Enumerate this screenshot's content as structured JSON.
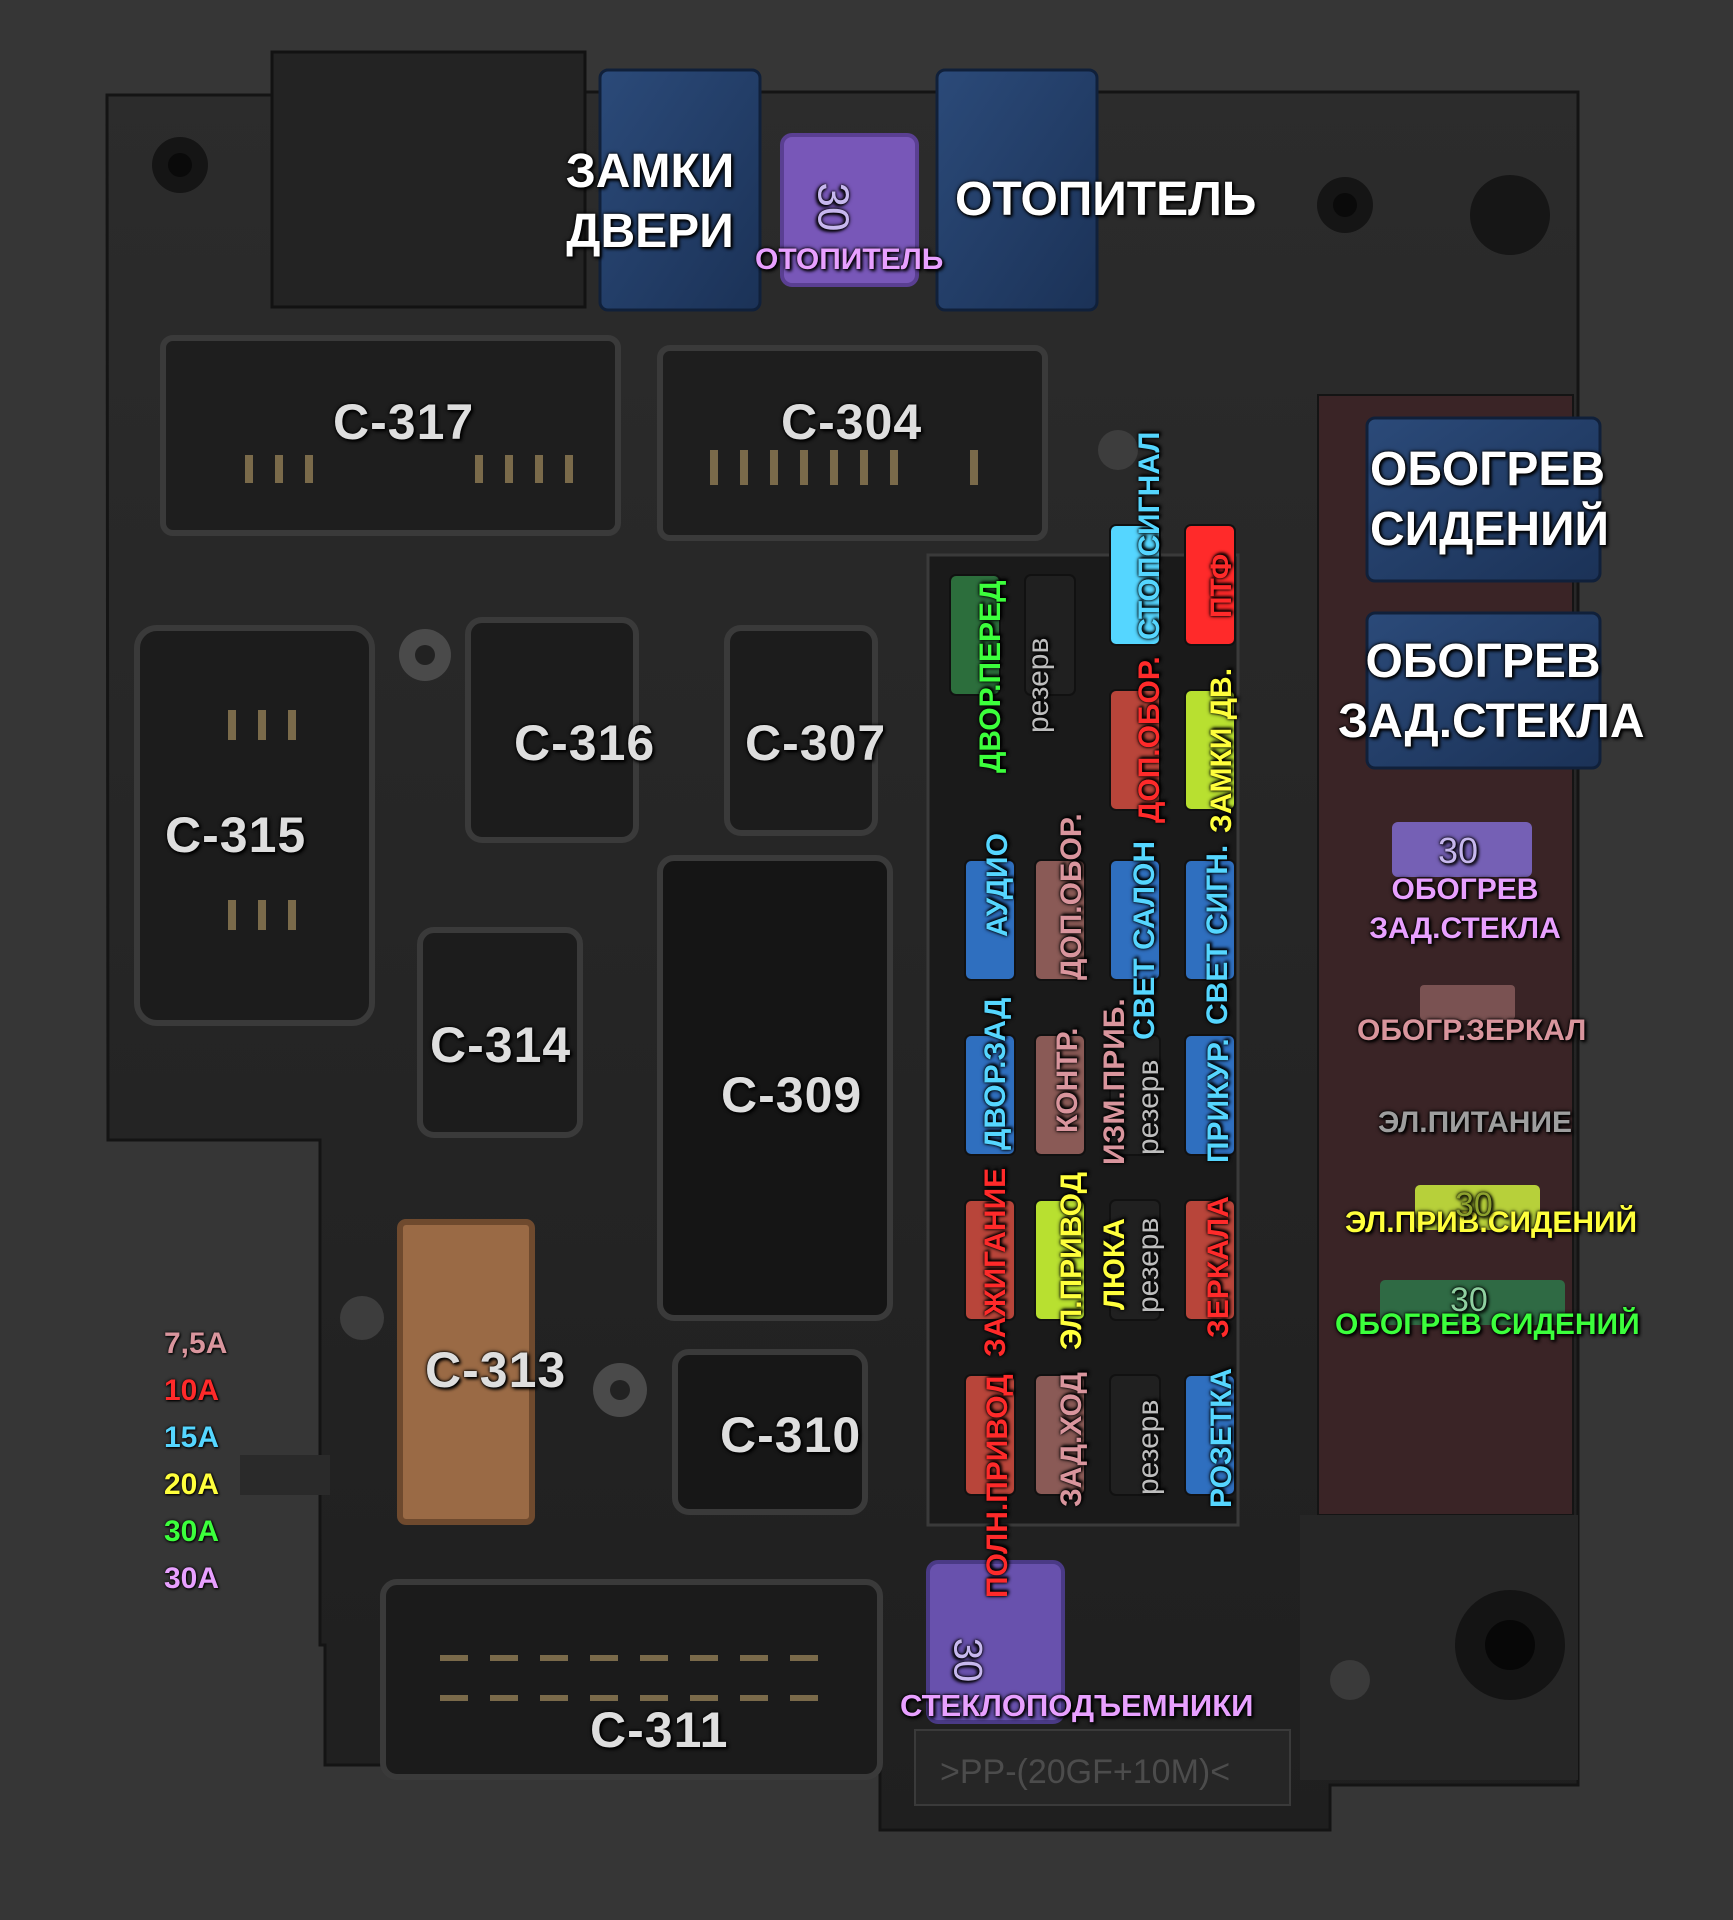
{
  "colors": {
    "a7_5": "#d9959d",
    "a10": "#ff2a2a",
    "a15": "#55d6ff",
    "a20": "#ffff3c",
    "a30g": "#3cff3c",
    "a30v": "#e8a0ff",
    "white": "#ffffff",
    "grey": "#bdbdbd"
  },
  "relays": {
    "door_locks": "ЗАМКИ\nДВЕРИ",
    "heater": "ОТОПИТЕЛЬ",
    "seat_heat": "ОБОГРЕВ\nСИДЕНИЙ",
    "rear_glass": "ОБОГРЕВ\nЗАД.СТЕКЛА"
  },
  "connectors": [
    "C-317",
    "C-304",
    "C-315",
    "C-316",
    "C-307",
    "C-314",
    "C-309",
    "C-313",
    "C-310",
    "C-311"
  ],
  "top_fuse_label": "ОТОПИТЕЛЬ",
  "right_fuses": {
    "rear_glass": "ОБОГРЕВ\nЗАД.СТЕКЛА",
    "mirror_heat": "ОБОГР.ЗЕРКАЛ",
    "power": "ЭЛ.ПИТАНИЕ",
    "seat_motor": "ЭЛ.ПРИВ.СИДЕНИЙ",
    "seat_heat": "ОБОГРЕВ СИДЕНИЙ"
  },
  "fuse_labels": {
    "stop": "СТОПСИГНАЛ",
    "fog": "ПТФ",
    "wiper_front": "ДВОР.ПЕРЕД",
    "reserve1": "резерв",
    "aux_rpm": "ДОП.ОБОР.",
    "door_locks": "ЗАМКИ ДВ.",
    "audio": "АУДИО",
    "aux_rpm2": "ДОП.ОБОР.",
    "cabin_light": "СВЕТ САЛОН",
    "signal_light": "СВЕТ СИГН.",
    "wiper_rear": "ДВОР.ЗАД",
    "control": "КОНТР.",
    "meter": "ИЗМ.ПРИБ.",
    "reserve2": "резерв",
    "cigar": "ПРИКУР.",
    "ignition": "ЗАЖИГАНИЕ",
    "sunroof_1": "ЭЛ.ПРИВОД",
    "sunroof_2": "ЛЮКА",
    "reserve3": "резерв",
    "mirrors": "ЗЕРКАЛА",
    "awd": "ПОЛН.ПРИВОД",
    "reverse": "ЗАД.ХОД",
    "reserve4": "резерв",
    "socket": "РОЗЕТКА"
  },
  "windows": "СТЕКЛОПОДЪЕМНИКИ",
  "legend": [
    "7,5А",
    "10А",
    "15А",
    "20А",
    "30А",
    "30А"
  ],
  "fuse_numbers": {
    "f30a": "30",
    "f30b": "30",
    "f30c": "30",
    "f30d": "30",
    "f30e": "30"
  },
  "bottom_marking": ">PP-(20GF+10M)<"
}
